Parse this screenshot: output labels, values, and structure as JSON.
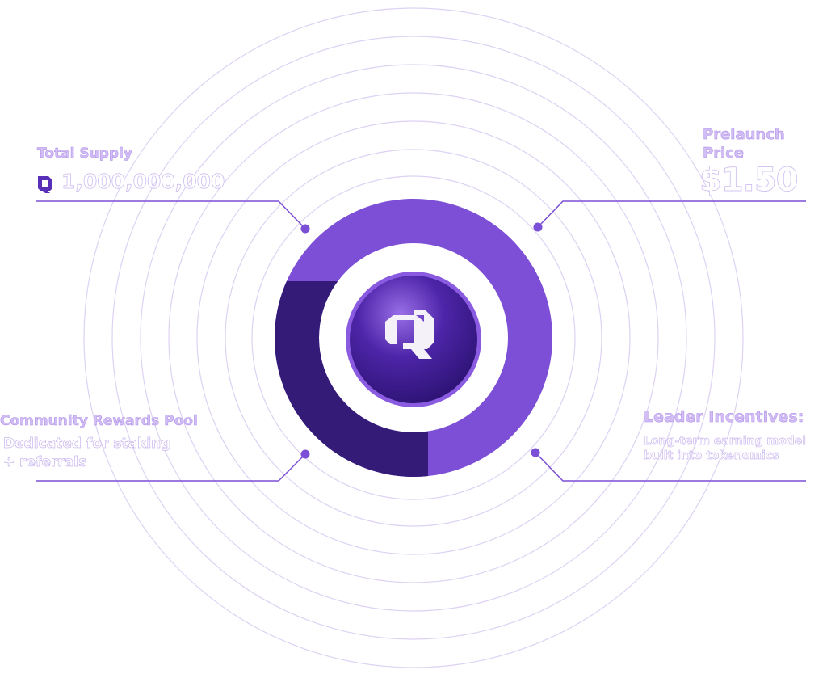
{
  "total_supply": {
    "title": "Total Supply",
    "value": "1,000,000,000",
    "icon": "q-token-icon"
  },
  "prelaunch_price": {
    "title_line1": "Prelaunch",
    "title_line2": "Price",
    "value": "$1.50"
  },
  "community_rewards": {
    "title": "Community Rewards Pool",
    "desc_line1": "Dedicated for staking",
    "desc_line2": "+ referrals"
  },
  "leader_incentives": {
    "title": "Leader Incentives:",
    "desc_line1": "Long-term earning model",
    "desc_line2": "built into tokenomics"
  },
  "colors": {
    "light_segment": "#7d4ed6",
    "dark_segment": "#341b78",
    "ring": "#d9cdf2",
    "accent": "#7b4fd6"
  }
}
